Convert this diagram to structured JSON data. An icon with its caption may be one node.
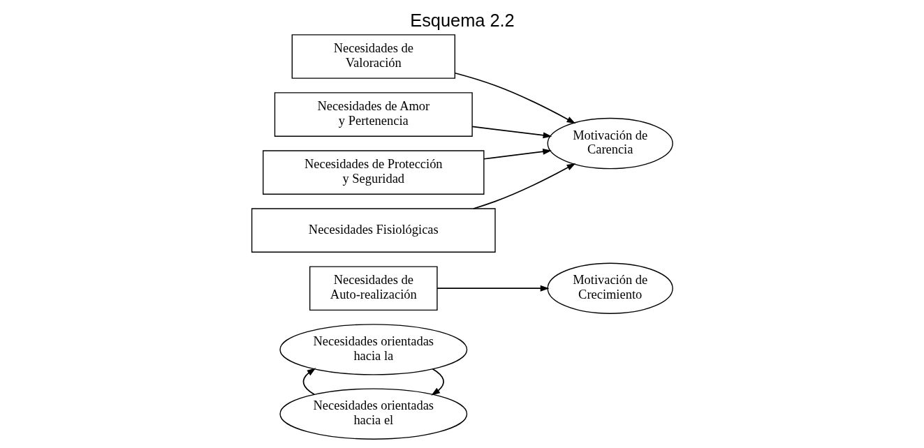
{
  "diagram": {
    "title": "Esquema 2.2",
    "nodes": [
      {
        "text": [
          "Necesidades orientadas hacia el"
        ]
      },
      {
        "text": [
          "Necesidades orientadas hacia la"
        ]
      },
      {
        "text": [
          "Necesidades de Auto-realización"
        ]
      },
      {
        "text": [
          "Motivación de Crecimiento"
        ]
      },
      {
        "text": [
          "Necesidades de Valoración"
        ]
      },
      {
        "text": [
          "Necesidades de Amor y Pertenencia"
        ]
      },
      {
        "text": [
          "Necesidades de Protección y Seguridad"
        ]
      },
      {
        "text": [
          "Necesidades Fisiológicas"
        ]
      },
      {
        "text": [
          "Motivación de Carencia"
        ]
      }
    ],
    "edges": [
      {
        "from": 1,
        "to": 0,
        "arrow": "to"
      },
      {
        "from": 0,
        "to": 1,
        "arrow": "to"
      },
      {
        "from": 2,
        "to": 3,
        "arrow": "to"
      },
      {
        "from": 4,
        "to": 8,
        "arrow": "to"
      },
      {
        "from": 5,
        "to": 8,
        "arrow": "to"
      },
      {
        "from": 6,
        "to": 8,
        "arrow": "to"
      },
      {
        "from": 7,
        "to": 8,
        "arrow": "to"
      }
    ]
  }
}
